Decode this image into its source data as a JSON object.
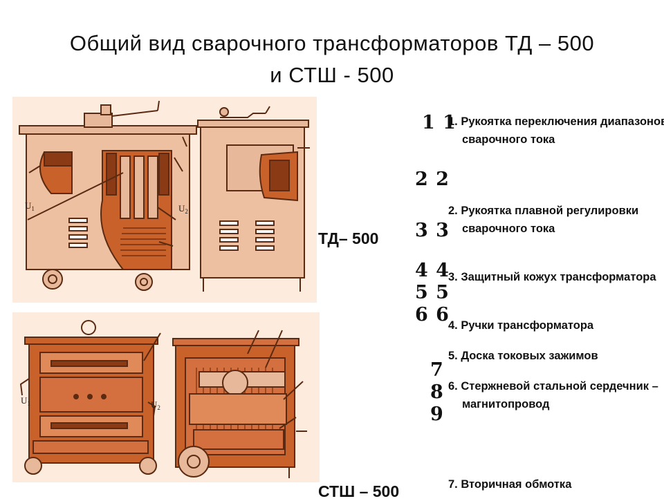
{
  "title": {
    "line1": "Общий вид сварочного трансформаторов ТД – 500",
    "line2": "и СТШ - 500"
  },
  "models": {
    "td": "ТД– 500",
    "stsh": "СТШ – 500"
  },
  "labels": {
    "u1": "U",
    "u1_sub": "1",
    "u2": "U",
    "u2_sub": "2"
  },
  "numerals": [
    "1 1",
    "2 2",
    "3 3",
    "4 4",
    "5 5",
    "6 6",
    "7",
    "8",
    "9"
  ],
  "legend": [
    "1. Рукоятка переключения диапазонов сварочного тока",
    "2. Рукоятка плавной регулировки сварочного тока",
    "3. Защитный кожух трансформатора",
    "4. Ручки трансформатора",
    "5. Доска токовых зажимов",
    "6. Стержневой стальной сердечник – магнитопровод",
    "7. Вторичная обмотка"
  ],
  "colors": {
    "panel_bg": "#fdebde",
    "body_fill": "#e8b89a",
    "copper": "#c8612a",
    "dark_copper": "#8a3b16",
    "line": "#5a2a12"
  }
}
